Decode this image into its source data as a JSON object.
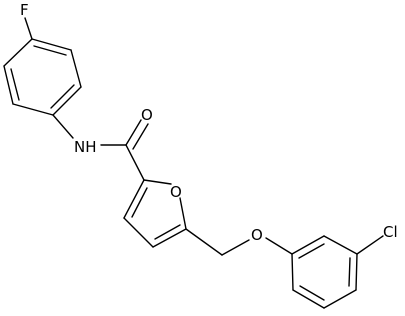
{
  "molecule": {
    "atom_labels": {
      "fluorine": "F",
      "amide_nitrogen": "NH",
      "carbonyl_oxygen": "O",
      "furan_oxygen": "O",
      "ether_oxygen": "O",
      "chlorine": "Cl"
    },
    "colors": {
      "bond": "#000000",
      "label": "#000000",
      "background": "#ffffff"
    }
  }
}
